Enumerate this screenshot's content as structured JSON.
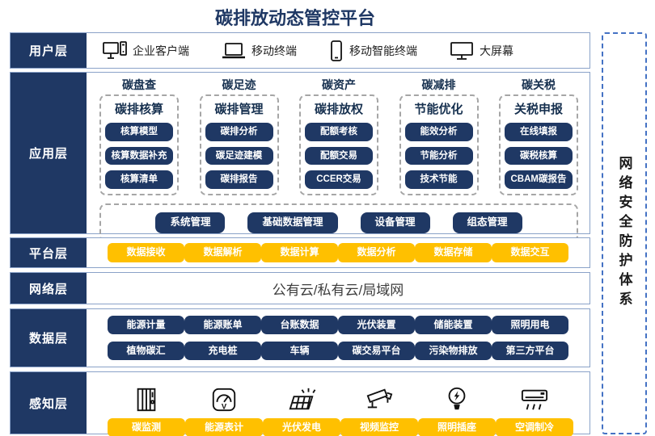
{
  "title": "碳排放动态管控平台",
  "security_box": {
    "label": "网络安全防护体系"
  },
  "colors": {
    "navy": "#1f3864",
    "yellow": "#ffc000",
    "layer_border": "#8aa2c8",
    "dashed_border": "#a6a6a6",
    "security_border": "#4472c4",
    "title_text": "#1f3864"
  },
  "layers": {
    "user": {
      "label": "用户层",
      "items": [
        {
          "icon": "desktop-client-icon",
          "label": "企业客户端"
        },
        {
          "icon": "laptop-icon",
          "label": "移动终端"
        },
        {
          "icon": "smartphone-icon",
          "label": "移动智能终端"
        },
        {
          "icon": "big-screen-icon",
          "label": "大屏幕"
        }
      ]
    },
    "app": {
      "label": "应用层",
      "columns": [
        {
          "title": "碳盘查",
          "subtitle": "碳排核算",
          "items": [
            "核算模型",
            "核算数据补充",
            "核算清单"
          ]
        },
        {
          "title": "碳足迹",
          "subtitle": "碳排管理",
          "items": [
            "碳排分析",
            "碳足迹建模",
            "碳排报告"
          ]
        },
        {
          "title": "碳资产",
          "subtitle": "碳排放权",
          "items": [
            "配额考核",
            "配额交易",
            "CCER交易"
          ]
        },
        {
          "title": "碳减排",
          "subtitle": "节能优化",
          "items": [
            "能效分析",
            "节能分析",
            "技术节能"
          ]
        },
        {
          "title": "碳关税",
          "subtitle": "关税申报",
          "items": [
            "在线填报",
            "碳税核算",
            "CBAM碳报告"
          ]
        }
      ],
      "common": [
        "系统管理",
        "基础数据管理",
        "设备管理",
        "组态管理"
      ]
    },
    "platform": {
      "label": "平台层",
      "items": [
        "数据接收",
        "数据解析",
        "数据计算",
        "数据分析",
        "数据存储",
        "数据交互"
      ]
    },
    "network": {
      "label": "网络层",
      "content": "公有云/私有云/局域网"
    },
    "data": {
      "label": "数据层",
      "rows": [
        [
          "能源计量",
          "能源账单",
          "台账数据",
          "光伏装置",
          "储能装置",
          "照明用电"
        ],
        [
          "植物碳汇",
          "充电桩",
          "车辆",
          "碳交易平台",
          "污染物排放",
          "第三方平台"
        ]
      ]
    },
    "perception": {
      "label": "感知层",
      "items": [
        {
          "icon": "carbon-monitor-icon",
          "label": "碳监测"
        },
        {
          "icon": "energy-meter-icon",
          "label": "能源表计"
        },
        {
          "icon": "solar-pv-icon",
          "label": "光伏发电"
        },
        {
          "icon": "cctv-camera-icon",
          "label": "视频监控"
        },
        {
          "icon": "light-bulb-icon",
          "label": "照明插座"
        },
        {
          "icon": "air-conditioner-icon",
          "label": "空调制冷"
        }
      ]
    }
  }
}
